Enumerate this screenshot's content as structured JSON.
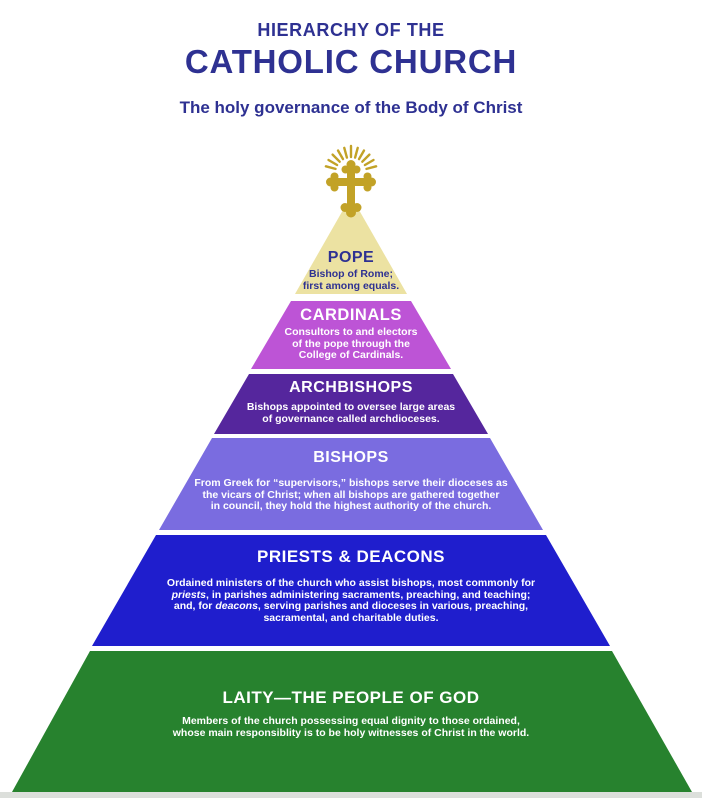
{
  "header": {
    "kicker": "HIERARCHY OF THE",
    "title": "CATHOLIC CHURCH",
    "subtitle": "The holy governance of the Body of Christ"
  },
  "colors": {
    "navy": "#2e3192",
    "gold": "#c2a227",
    "footer_strip": "#dcdfdb"
  },
  "icons": {
    "cross": "budded-cross-with-rays-icon"
  },
  "levels": [
    {
      "heading": "POPE",
      "fill": "#ece2a2",
      "text": "#2e3192",
      "lines": [
        "Bishop of Rome;",
        "first among equals."
      ]
    },
    {
      "heading": "CARDINALS",
      "fill": "#bd54d6",
      "text": "#ffffff",
      "lines": [
        "Consultors to and electors",
        "of the pope through the",
        "College of Cardinals."
      ]
    },
    {
      "heading": "ARCHBISHOPS",
      "fill": "#55269d",
      "text": "#ffffff",
      "lines": [
        "Bishops appointed to oversee large areas",
        "of governance called archdioceses."
      ]
    },
    {
      "heading": "BISHOPS",
      "fill": "#7a6ce0",
      "text": "#ffffff",
      "lines": [
        "From Greek for “supervisors,” bishops serve their dioceses as",
        "the vicars of Christ; when all bishops are gathered together",
        "in council, they hold the highest authority of the church."
      ]
    },
    {
      "heading": "PRIESTS & DEACONS",
      "fill": "#1f1ecd",
      "text": "#ffffff",
      "rich_lines": [
        [
          {
            "t": "Ordained ministers of the church who assist bishops, most commonly for",
            "i": false
          }
        ],
        [
          {
            "t": "priests",
            "i": true
          },
          {
            "t": ", in parishes administering sacraments, preaching, and teaching;",
            "i": false
          }
        ],
        [
          {
            "t": "and, for ",
            "i": false
          },
          {
            "t": "deacons",
            "i": true
          },
          {
            "t": ", serving parishes and dioceses in various, preaching,",
            "i": false
          }
        ],
        [
          {
            "t": "sacramental, and charitable duties.",
            "i": false
          }
        ]
      ]
    },
    {
      "heading": "LAITY—THE PEOPLE OF GOD",
      "fill": "#27822e",
      "text": "#ffffff",
      "lines": [
        "Members of the church possessing equal dignity to those ordained,",
        "whose main responsiblity is to be holy witnesses of Christ in the world."
      ]
    }
  ]
}
